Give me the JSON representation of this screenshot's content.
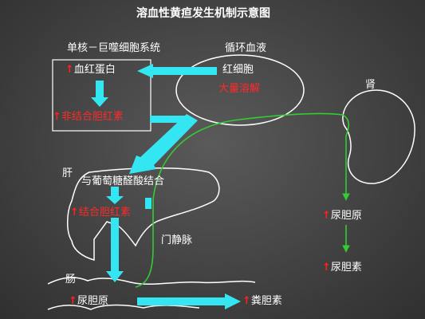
{
  "title": "溶血性黄疸发生机制示意图",
  "labels": {
    "mononuclear": "单核－巨噬细胞系统",
    "circulation": "循环血液",
    "hemoglobin": "血红蛋白",
    "rbc": "红细胞",
    "hemolysis": "大量溶解",
    "unconj_bili": "非结合胆红素",
    "kidney": "肾",
    "liver": "肝",
    "glucuronide": "与葡萄糖醛酸结合",
    "conj_bili": "结合胆红素",
    "portal_vein": "门静脉",
    "intestine": "肠",
    "urobilinogen_gut": "尿胆原",
    "stercobilin": "粪胆素",
    "urobilinogen_urine": "尿胆原",
    "urobilin": "尿胆素",
    "up_arrow": "↑"
  },
  "colors": {
    "flow_arrow": "#33e6f2",
    "return_path": "#33cc33",
    "increase": "#ff2020",
    "outline": "#ffffff"
  }
}
